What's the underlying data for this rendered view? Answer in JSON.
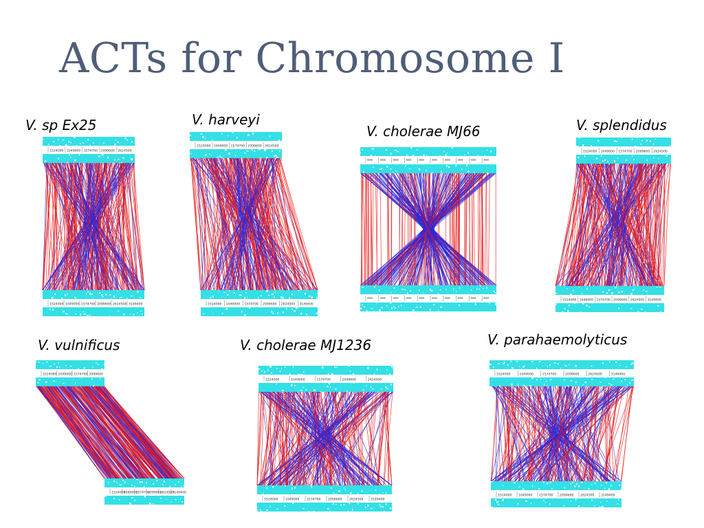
{
  "slide": {
    "title": "ACTs for Chromosome I"
  },
  "panels": [
    {
      "label": "V. sp Ex25",
      "top_ticks": [
        "1524000",
        "1049000",
        "1574700",
        "2099600",
        "2624500"
      ],
      "bottom_ticks": [
        "1524000",
        "1049000",
        "1574700",
        "2099600",
        "2624500",
        "3149400"
      ]
    },
    {
      "label": "V. harveyi",
      "top_ticks": [
        "1524000",
        "1049000",
        "1574700",
        "2099600",
        "2624500"
      ],
      "bottom_ticks": [
        "1524000",
        "1049000",
        "1574700",
        "2099600",
        "2624500",
        "3149400"
      ]
    },
    {
      "label": "V. cholerae MJ66",
      "top_ticks": [],
      "bottom_ticks": []
    },
    {
      "label": "V. splendidus",
      "top_ticks": [
        "1524000",
        "1049000",
        "1574700",
        "2099600",
        "2624500"
      ],
      "bottom_ticks": [
        "1524000",
        "1049000",
        "1574700",
        "2099600",
        "2624500",
        "3149400"
      ]
    },
    {
      "label": "V. vulnificus",
      "top_ticks": [
        "1524000",
        "1049000",
        "1574700",
        "2099600"
      ],
      "bottom_ticks": [
        "1524000",
        "1049000",
        "1574700",
        "2099600",
        "2624500",
        "3149400"
      ]
    },
    {
      "label": "V. cholerae MJ1236",
      "top_ticks": [
        "1524000",
        "1049000",
        "1574700",
        "2099600",
        "2624500"
      ],
      "bottom_ticks": [
        "1524000",
        "1049000",
        "1574700",
        "2099600",
        "2624500",
        "3149400"
      ]
    },
    {
      "label": "V. parahaemolyticus",
      "top_ticks": [
        "1524000",
        "1049000",
        "1574700",
        "2099600",
        "2624500",
        "3149400"
      ],
      "bottom_ticks": [
        "1524000",
        "1049000",
        "1574700",
        "2099600",
        "2624500",
        "3149400"
      ]
    }
  ],
  "colors": {
    "title": "#4f5e78",
    "track_cyan": "#33e0e6",
    "track_stripe": "#ffffff",
    "forward_match": "#e81818",
    "inverted_match": "#2828e0"
  }
}
